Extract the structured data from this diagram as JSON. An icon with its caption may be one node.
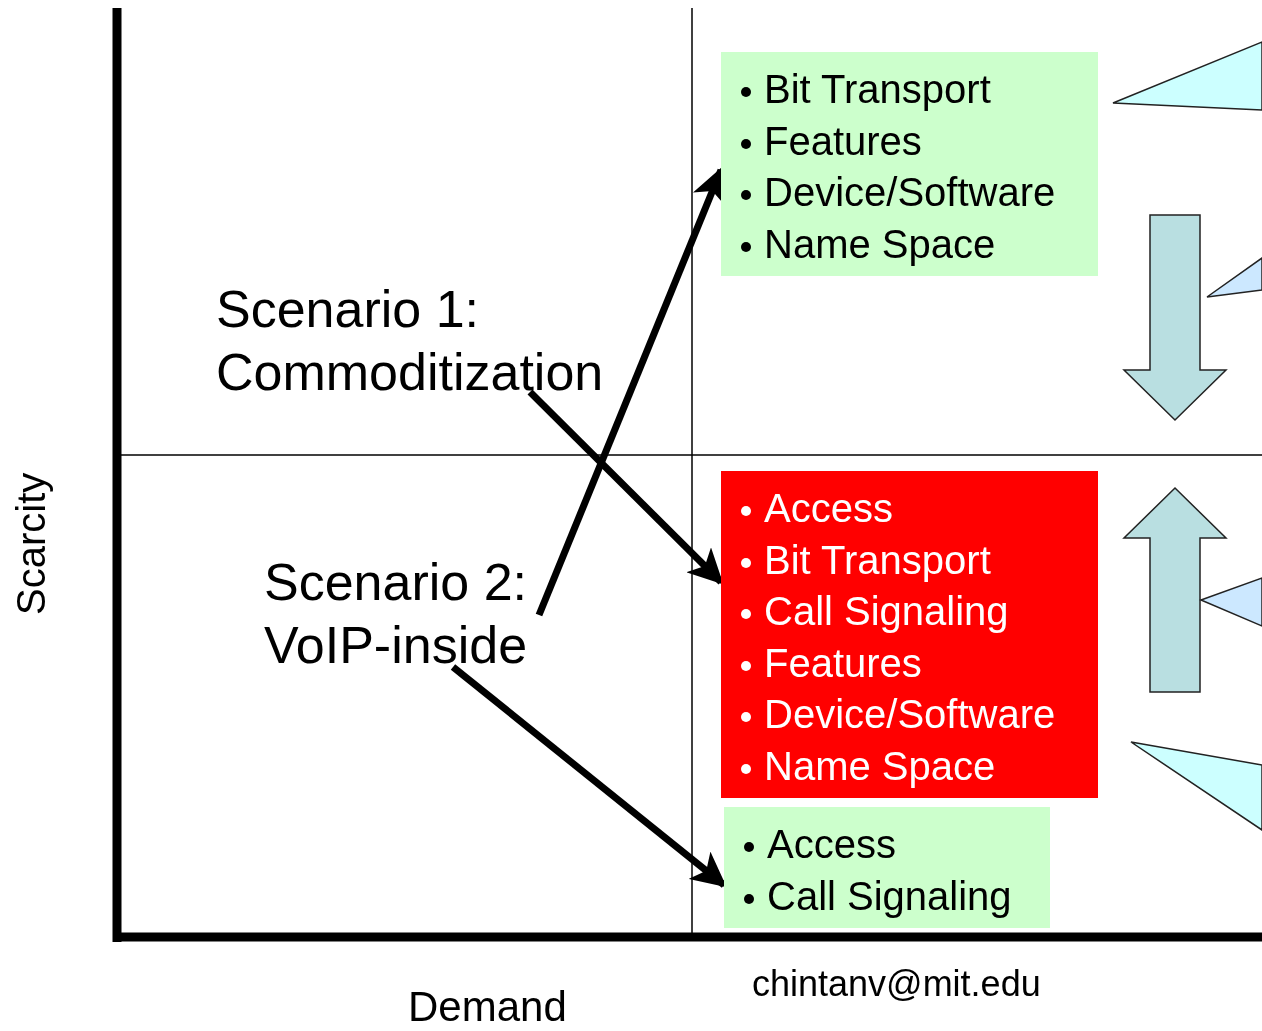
{
  "diagram": {
    "nodes": [
      {
        "text": [
          "Bit Transport",
          "Features",
          "Device/Software",
          "Name Space"
        ]
      },
      {
        "text": [
          "Scenario 1: Commoditization"
        ]
      },
      {
        "text": [
          "Access",
          "Bit Transport",
          "Call Signaling",
          "Features",
          "Device/Software",
          "Name Space"
        ]
      },
      {
        "text": [
          "Scenario 2: VoIP-inside"
        ]
      },
      {
        "text": [
          "Access",
          "Call Signaling"
        ]
      }
    ],
    "edges": [
      {
        "from": 1,
        "to": 2,
        "arrow": "to"
      },
      {
        "from": 3,
        "to": 0,
        "arrow": "to"
      },
      {
        "from": 3,
        "to": 4,
        "arrow": "to"
      }
    ],
    "labels": [
      "Scarcity",
      "Demand",
      "chintanv@mit.edu"
    ]
  }
}
